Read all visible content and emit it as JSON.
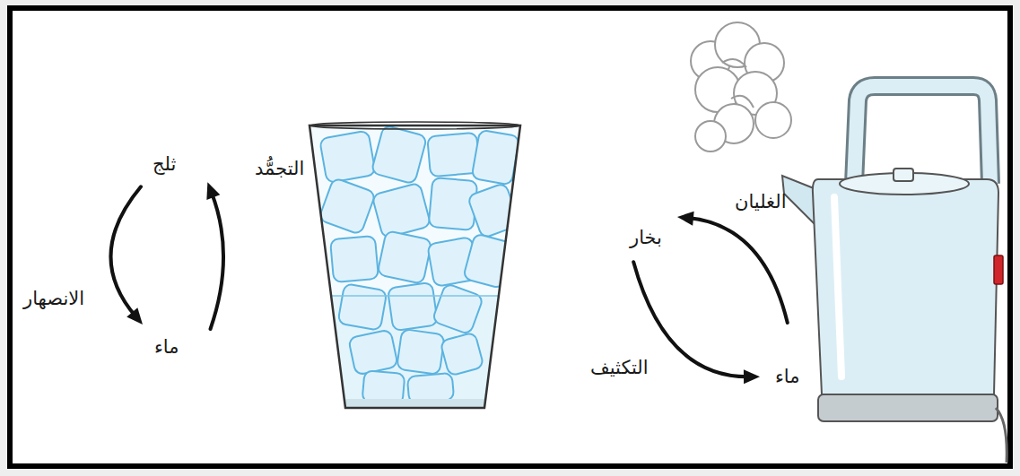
{
  "diagram": {
    "nodes": [
      {
        "text": [
          "ثلج"
        ]
      },
      {
        "text": [
          "ماء"
        ]
      },
      {
        "text": [
          "بخار"
        ]
      },
      {
        "text": [
          "ماء"
        ]
      }
    ],
    "edges": [
      {
        "from": 0,
        "to": 1,
        "label": "الانصهار",
        "arrow": "to"
      },
      {
        "from": 1,
        "to": 0,
        "label": "التجمُّد",
        "arrow": "to"
      },
      {
        "from": 3,
        "to": 2,
        "label": "الغليان",
        "arrow": "to"
      },
      {
        "from": 2,
        "to": 3,
        "label": "التكثيف",
        "arrow": "to"
      }
    ]
  }
}
